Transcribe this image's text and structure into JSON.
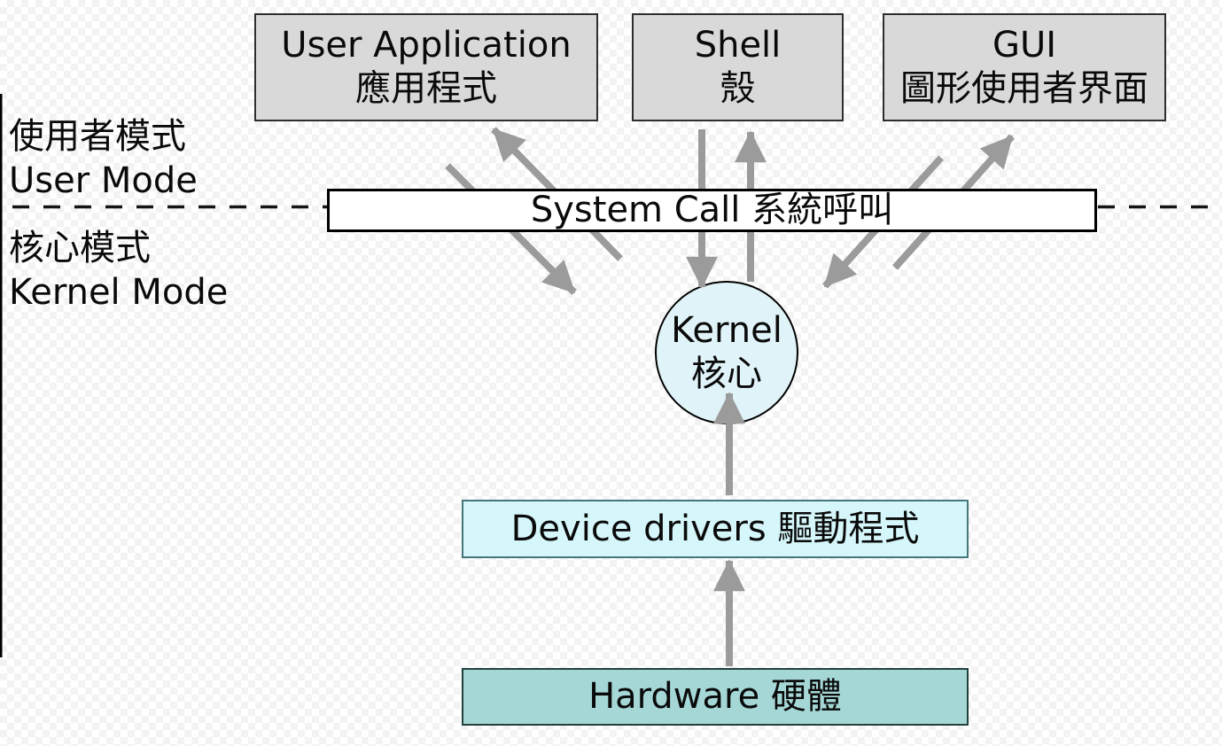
{
  "boxes": {
    "user_application": {
      "line1": "User Application",
      "line2": "應用程式"
    },
    "shell": {
      "line1": "Shell",
      "line2": "殼"
    },
    "gui": {
      "line1": "GUI",
      "line2": "圖形使用者界面"
    },
    "system_call": {
      "label": "System Call 系統呼叫"
    },
    "kernel": {
      "line1": "Kernel",
      "line2": "核心"
    },
    "device_drivers": {
      "label": "Device drivers 驅動程式"
    },
    "hardware": {
      "label": "Hardware 硬體"
    }
  },
  "mode_labels": {
    "user_mode_zh": "使用者模式",
    "user_mode_en": "User Mode",
    "kernel_mode_zh": "核心模式",
    "kernel_mode_en": "Kernel Mode"
  },
  "colors": {
    "top_box_fill": "#d9d9d9",
    "system_call_fill": "#ffffff",
    "kernel_fill": "#e0f3f8",
    "device_drivers_fill": "#d5f6fa",
    "device_drivers_border": "#44777c",
    "hardware_fill": "#a5d7d7",
    "hardware_border": "#21413f",
    "arrow": "#9b9b9b",
    "outline": "#141414"
  }
}
